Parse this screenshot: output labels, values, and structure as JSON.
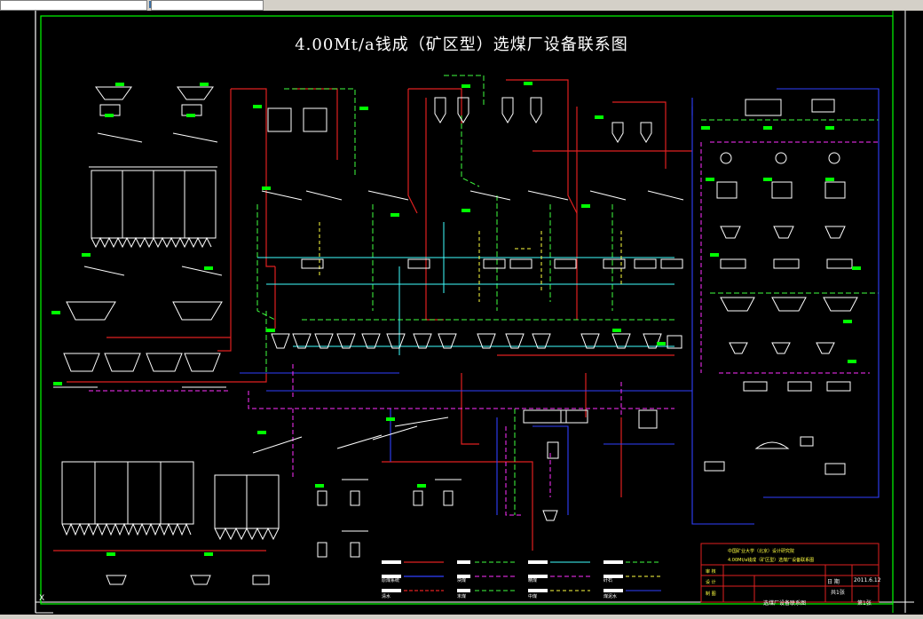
{
  "drawing": {
    "title": "4.00Mt/a钱成（矿区型）选煤厂设备联系图"
  },
  "title_block": {
    "date_label": "日 期",
    "date_value": "2011.6.12",
    "sheet_label": "共1张",
    "sheet_no": "第1张",
    "drawing_name": "选煤厂设备联系图"
  },
  "legend": {
    "items": [
      "原煤系统",
      "块煤",
      "末煤",
      "精煤",
      "中煤",
      "矸石",
      "煤泥水",
      "清水"
    ]
  },
  "colors": {
    "background": "#000000",
    "frame": "#ffffff",
    "border": "#00ff00",
    "red": "#e02020",
    "green": "#40ff40",
    "yellow": "#ffff40",
    "blue": "#3040ff",
    "magenta": "#ff30ff",
    "cyan": "#40ffff"
  }
}
